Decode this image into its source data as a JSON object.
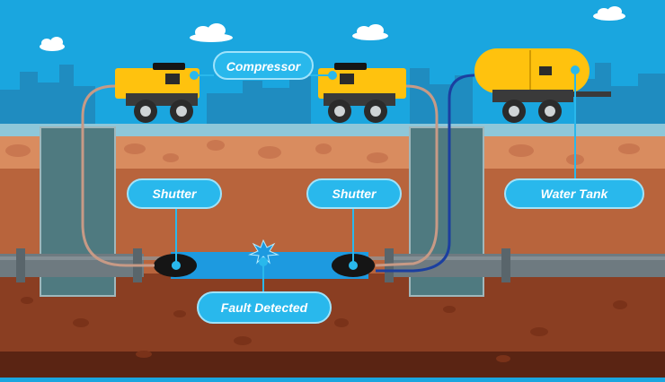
{
  "labels": {
    "compressor": "Compressor",
    "shutter_left": "Shutter",
    "shutter_right": "Shutter",
    "water_tank": "Water Tank",
    "fault": "Fault Detected"
  },
  "colors": {
    "sky": "#1aa6df",
    "skyline": "#1f8cc0",
    "soil_top": "#d98c5f",
    "soil_mid": "#b8643c",
    "soil_deep": "#8a3e22",
    "soil_bottom": "#5a2413",
    "pit": "#4f7a80",
    "pipe": "#6e7a80",
    "water": "#1d9ae0",
    "machine": "#ffc20e",
    "label_bg": "#29b8ec",
    "label_border": "#9fe3fb",
    "hose": "#c79a86",
    "hose_blue": "#1b3fa0"
  },
  "icons": [
    "compressor-machine-icon",
    "water-tank-trailer-icon",
    "shutter-plug-icon",
    "fault-burst-icon",
    "cloud-icon"
  ]
}
